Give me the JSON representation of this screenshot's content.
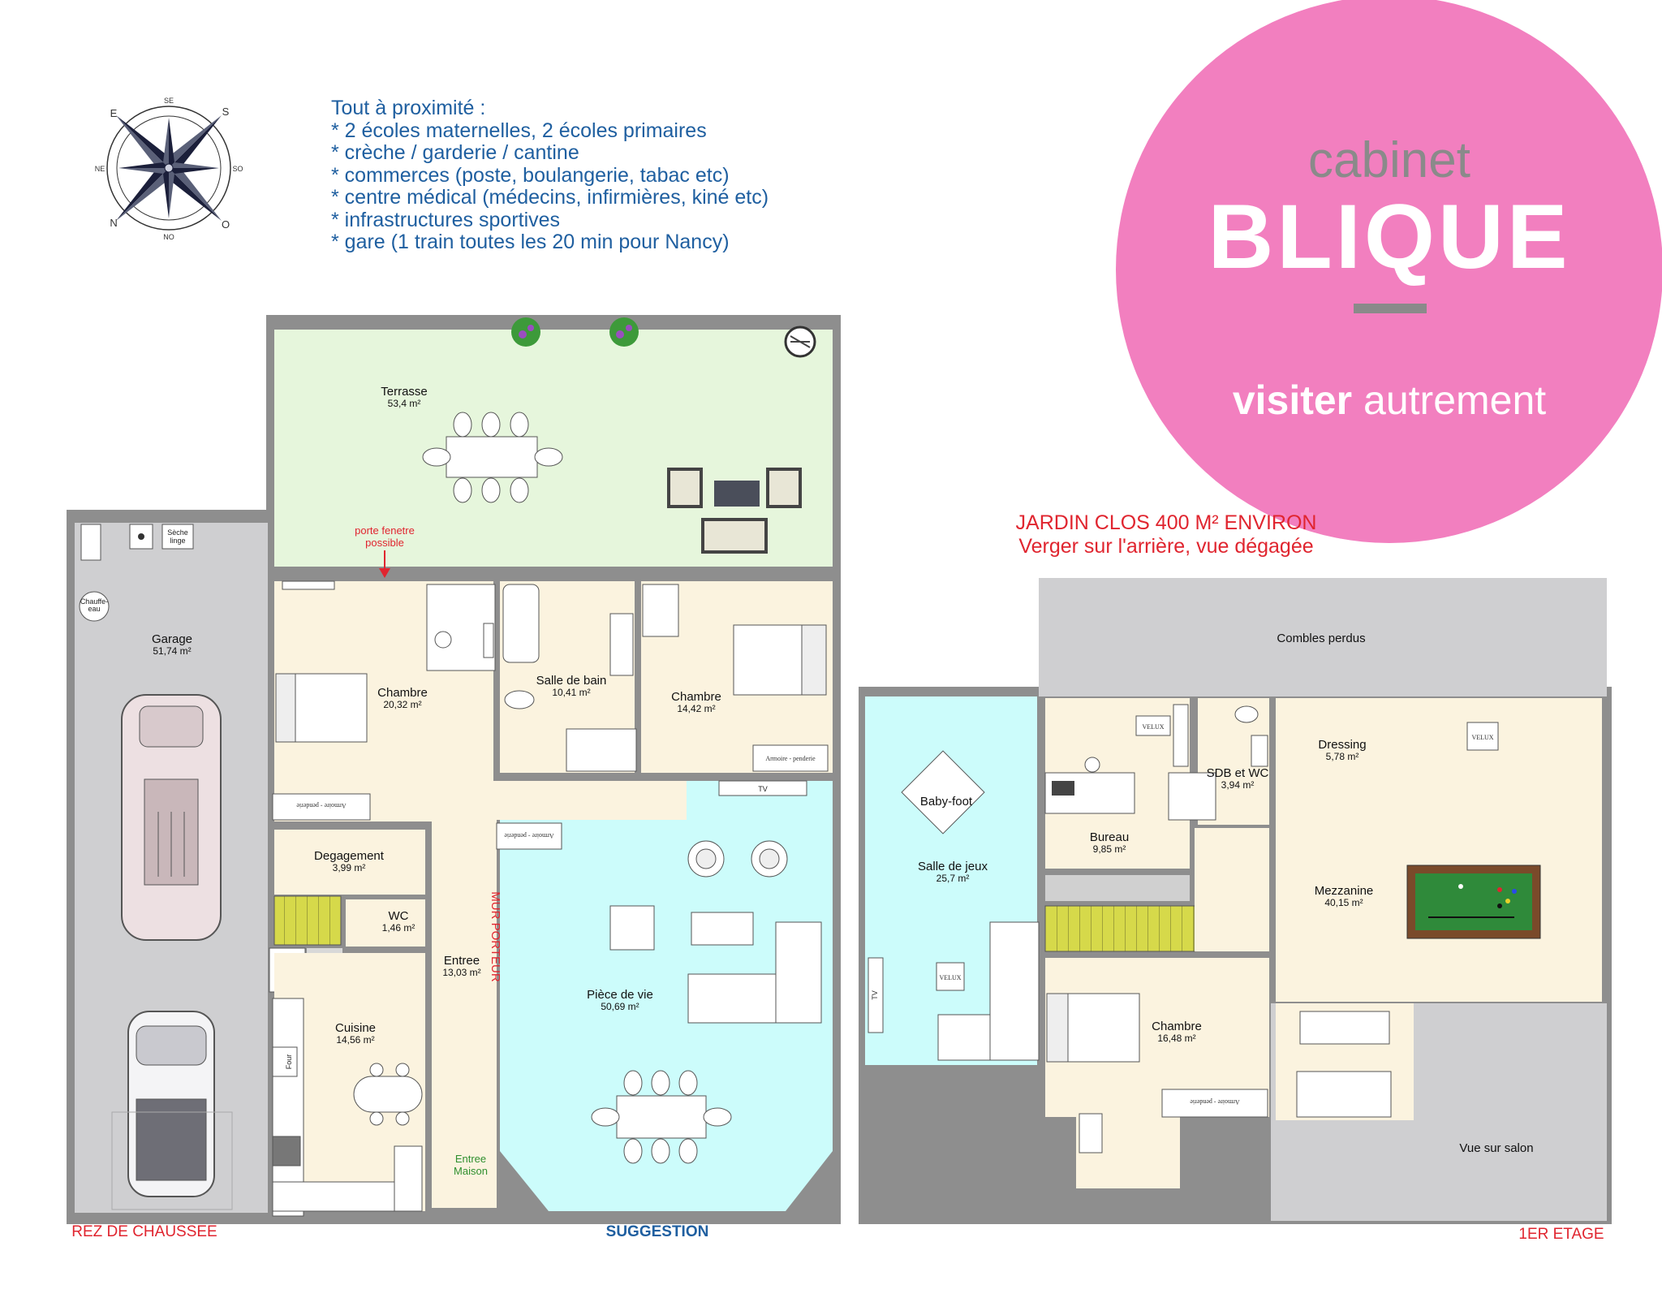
{
  "proximity": {
    "heading": "Tout à proximité :",
    "items": [
      "* 2 écoles maternelles, 2 écoles primaires",
      "* crèche / garderie / cantine",
      "* commerces (poste, boulangerie, tabac etc)",
      "* centre médical (médecins, infirmières, kiné etc)",
      "* infrastructures sportives",
      "* gare (1 train toutes les 20 min pour Nancy)"
    ]
  },
  "logo": {
    "line1": "cabinet",
    "line2": "BLIQUE",
    "tagline_bold": "visiter",
    "tagline_light": "autrement",
    "color": "#f27fbf"
  },
  "compass": {
    "n": "N",
    "ne": "NE",
    "e": "E",
    "se": "SE",
    "s": "S",
    "so": "SO",
    "o": "O",
    "no": "NO"
  },
  "garden": {
    "line1": "JARDIN CLOS 400 M² ENVIRON",
    "line2": "Verger sur l'arrière, vue dégagée"
  },
  "ground_floor": {
    "label": "REZ DE CHAUSSEE",
    "suggestion": "SUGGESTION",
    "door_note": "porte fenetre possible",
    "door_note_l1": "porte fenetre",
    "door_note_l2": "possible",
    "wall_note": "MUR PORTEUR",
    "entry": {
      "l1": "Entree",
      "l2": "Maison"
    },
    "rooms": {
      "terrasse": {
        "name": "Terrasse",
        "area": "53,4 m²"
      },
      "garage": {
        "name": "Garage",
        "area": "51,74 m²"
      },
      "chambre1": {
        "name": "Chambre",
        "area": "20,32 m²"
      },
      "sdb": {
        "name": "Salle de bain",
        "area": "10,41 m²"
      },
      "chambre2": {
        "name": "Chambre",
        "area": "14,42 m²"
      },
      "degagement": {
        "name": "Degagement",
        "area": "3,99 m²"
      },
      "wc": {
        "name": "WC",
        "area": "1,46 m²"
      },
      "entree": {
        "name": "Entree",
        "area": "13,03 m²"
      },
      "piece_vie": {
        "name": "Pièce de vie",
        "area": "50,69 m²"
      },
      "cuisine": {
        "name": "Cuisine",
        "area": "14,56 m²"
      }
    },
    "fixtures": {
      "seche": {
        "l1": "Sèche",
        "l2": "linge"
      },
      "chauffe": {
        "l1": "Chauffe-",
        "l2": "eau"
      },
      "four": "Four",
      "tv": "TV",
      "armoire": "Armoire - penderie"
    }
  },
  "first_floor": {
    "label": "1ER ETAGE",
    "rooms": {
      "combles": {
        "name": "Combles perdus"
      },
      "jeux": {
        "name": "Salle de jeux",
        "area": "25,7 m²"
      },
      "bureau": {
        "name": "Bureau",
        "area": "9,85 m²"
      },
      "sdb_wc": {
        "name": "SDB et WC",
        "area": "3,94 m²"
      },
      "dressing": {
        "name": "Dressing",
        "area": "5,78 m²"
      },
      "mezzanine": {
        "name": "Mezzanine",
        "area": "40,15 m²"
      },
      "chambre": {
        "name": "Chambre",
        "area": "16,48 m²"
      },
      "vue": {
        "name": "Vue sur salon"
      }
    },
    "fixtures": {
      "babyfoot": "Baby-foot",
      "velux": "VELUX",
      "tv": "TV",
      "armoire": "Armoire - penderie"
    }
  }
}
